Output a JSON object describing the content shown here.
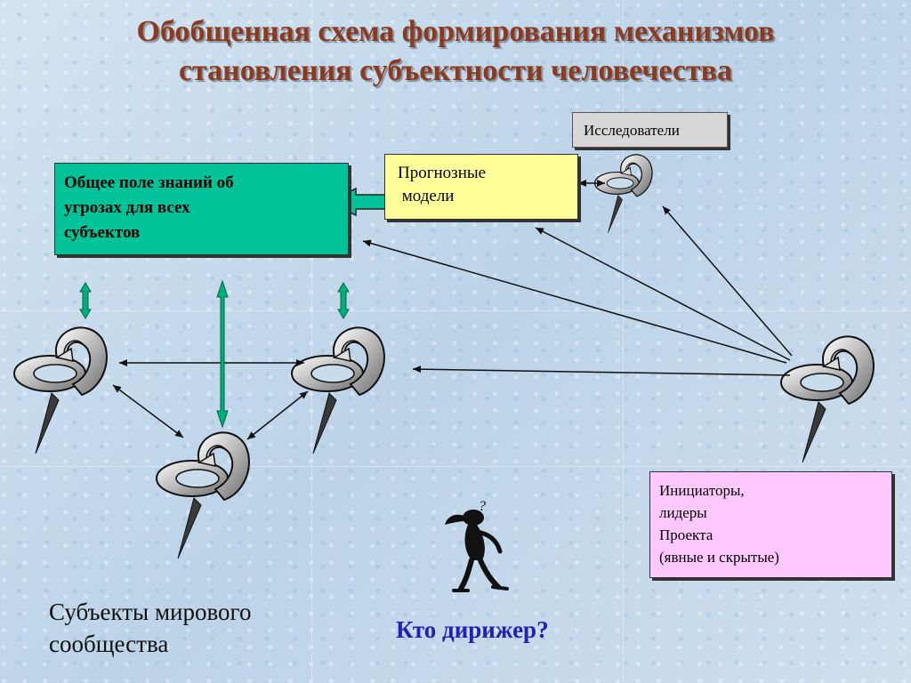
{
  "title": {
    "line1": "Обобщенная схема формирования механизмов",
    "line2": "становления субъектности человечества"
  },
  "boxes": {
    "researchers": "Исследователи",
    "knowledge_field": [
      "Общее поле знаний об",
      "угрозах для всех",
      "субъектов"
    ],
    "forecast_models": [
      "Прогнозные",
      " модели"
    ],
    "initiators": [
      "Инициаторы,",
      "лидеры",
      "Проекта",
      "(явные и скрытые)"
    ]
  },
  "captions": {
    "subjects": [
      "Субъекты мирового",
      "сообщества"
    ],
    "conductor": "Кто дирижер?"
  },
  "colors": {
    "title": "#8b3a1f",
    "knowledge_box": "#00c399",
    "forecast_box": "#ffff99",
    "initiators_box": "#ffc8ff",
    "researchers_box": "#d8d8d8",
    "conductor_text": "#1f20b8",
    "green_arrow": "#00b07a"
  },
  "icons": {
    "pin": "pin-figure-icon",
    "thinker": "question-thinker-icon"
  }
}
